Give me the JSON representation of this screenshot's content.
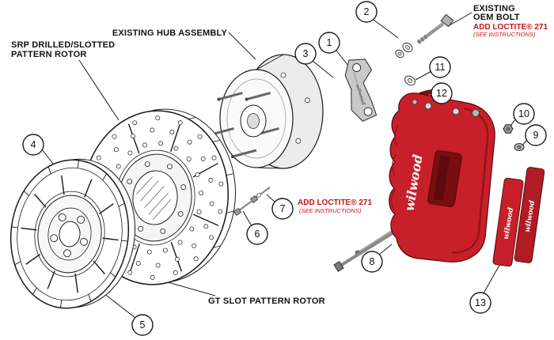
{
  "page": {
    "background": "#ffffff"
  },
  "labels": {
    "hub_assembly": "EXISTING HUB ASSEMBLY",
    "srp_rotor_line1": "SRP DRILLED/SLOTTED",
    "srp_rotor_line2": "PATTERN ROTOR",
    "gt_rotor": "GT SLOT PATTERN ROTOR",
    "oem_bolt_line1": "EXISTING",
    "oem_bolt_line2": "OEM BOLT",
    "loctite_title": "ADD LOCTITE® 271",
    "loctite_sub": "(SEE INSTRUCTIONS)"
  },
  "callouts": [
    "1",
    "2",
    "3",
    "4",
    "5",
    "6",
    "7",
    "8",
    "9",
    "10",
    "11",
    "12",
    "13"
  ],
  "brand": {
    "caliper_logo": "wilwood",
    "pad_logo": "wilwood",
    "bracket_logo": "wilwood"
  },
  "colors": {
    "caliper_red": "#c8202a",
    "caliper_dark": "#8f1116",
    "loctite_red": "#cc1111",
    "line": "#1a1a1a"
  }
}
